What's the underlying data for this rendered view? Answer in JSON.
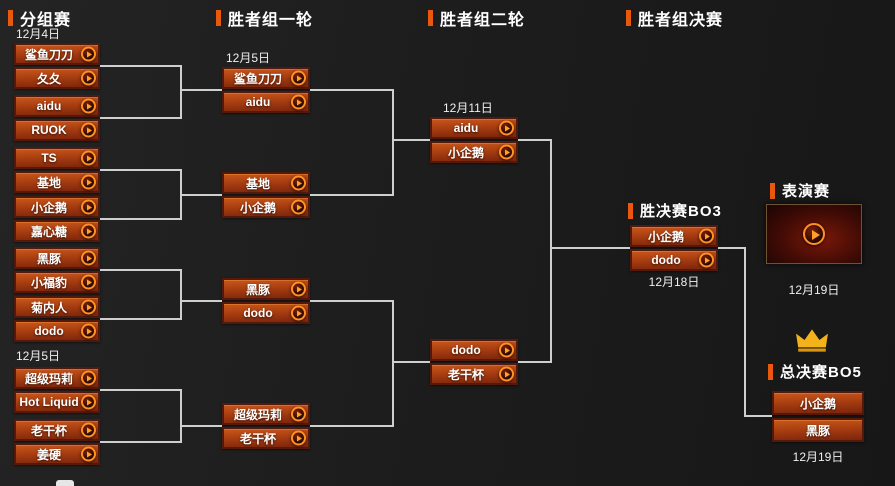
{
  "headers": {
    "group_stage": "分组赛",
    "winners_round1": "胜者组一轮",
    "winners_round2": "胜者组二轮",
    "winners_final": "胜者组决赛",
    "winners_final_bo3": "胜决赛BO3",
    "exhibition": "表演赛",
    "grand_final_bo5": "总决赛BO5"
  },
  "dates": {
    "group_stage_top": "12月4日",
    "group_stage_bottom": "12月5日",
    "winners_round1": "12月5日",
    "winners_round2": "12月11日",
    "winners_final": "12月18日",
    "exhibition": "12月19日",
    "grand_final": "12月19日"
  },
  "gs": [
    [
      "鲨鱼刀刀",
      "夂夂"
    ],
    [
      "aidu",
      "RUOK"
    ],
    [
      "TS",
      "基地"
    ],
    [
      "小企鹅",
      "嘉心糖"
    ],
    [
      "黑豚",
      "小福豹"
    ],
    [
      "菊内人",
      "dodo"
    ],
    [
      "超级玛莉",
      "Hot Liquid"
    ],
    [
      "老干杯",
      "姜硬"
    ]
  ],
  "r1": [
    [
      "鲨鱼刀刀",
      "aidu"
    ],
    [
      "基地",
      "小企鹅"
    ],
    [
      "黑豚",
      "dodo"
    ],
    [
      "超级玛莉",
      "老干杯"
    ]
  ],
  "r2": [
    [
      "aidu",
      "小企鹅"
    ],
    [
      "dodo",
      "老干杯"
    ]
  ],
  "wf": [
    "小企鹅",
    "dodo"
  ],
  "gf": [
    "小企鹅",
    "黑豚"
  ],
  "icons": {
    "play-icon": "▶",
    "crown-icon": "♛",
    "header-marker": "▎"
  },
  "colors": {
    "accent_orange": "#e8590f",
    "box_top": "#c9571b",
    "box_bottom": "#7c250c",
    "box_border": "#53190a",
    "play_ring": "#ff9124",
    "connector": "#cfcfcf",
    "crown_gold": "#f4b21a"
  }
}
